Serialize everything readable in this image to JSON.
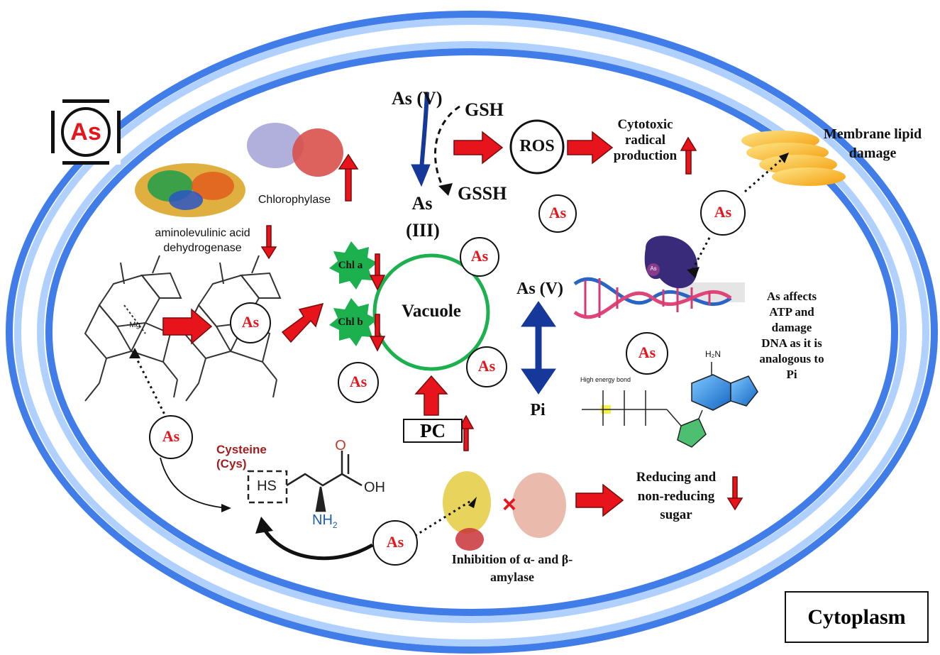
{
  "badge": {
    "label": "As"
  },
  "labels": {
    "as_v_top": "As (V)",
    "gsh": "GSH",
    "gssh": "GSSH",
    "as_iii_1": "As",
    "as_iii_2": "(III)",
    "ros": "ROS",
    "cytotoxic": [
      "Cytotoxic",
      "radical",
      "production"
    ],
    "membrane": [
      "Membrane lipid",
      "damage"
    ],
    "chlorophylase": "Chlorophylase",
    "ala": [
      "aminolevulinic acid",
      "dehydrogenase"
    ],
    "chl_a": "Chl a",
    "chl_b": "Chl b",
    "vacuole": "Vacuole",
    "as_v_mid": "As (V)",
    "pi": "Pi",
    "pc": "PC",
    "atp_dna": [
      "As affects",
      "ATP and",
      "damage",
      "DNA as it is",
      "analogous to",
      "Pi"
    ],
    "high_energy_bond": "High energy bond",
    "cysteine": [
      "Cysteine",
      "(Cys)"
    ],
    "hs": "HS",
    "oh": "OH",
    "o": "O",
    "nh2": "NH",
    "nh2_sub": "2",
    "inhibition": [
      "Inhibition of α- and β-",
      "amylase"
    ],
    "sugar": [
      "Reducing and",
      "non-reducing",
      "sugar"
    ],
    "cytoplasm": "Cytoplasm",
    "mg": "Mg",
    "h2n": "H₂N",
    "as_small": "As",
    "cross": "×"
  },
  "as_circles": [
    {
      "label": "As"
    },
    {
      "label": "As"
    },
    {
      "label": "As"
    },
    {
      "label": "As"
    },
    {
      "label": "As"
    },
    {
      "label": "As"
    },
    {
      "label": "As"
    },
    {
      "label": "As"
    },
    {
      "label": "As"
    }
  ],
  "colors": {
    "cell_border": "#2f6fe0",
    "arrow_red": "#e8141c",
    "arrow_blue": "#16389a",
    "chl_green": "#1db04f",
    "vacuole_ring": "#1db04f",
    "membrane_orange": "#f8b23a",
    "protein_purple": "#3a2a7a"
  }
}
